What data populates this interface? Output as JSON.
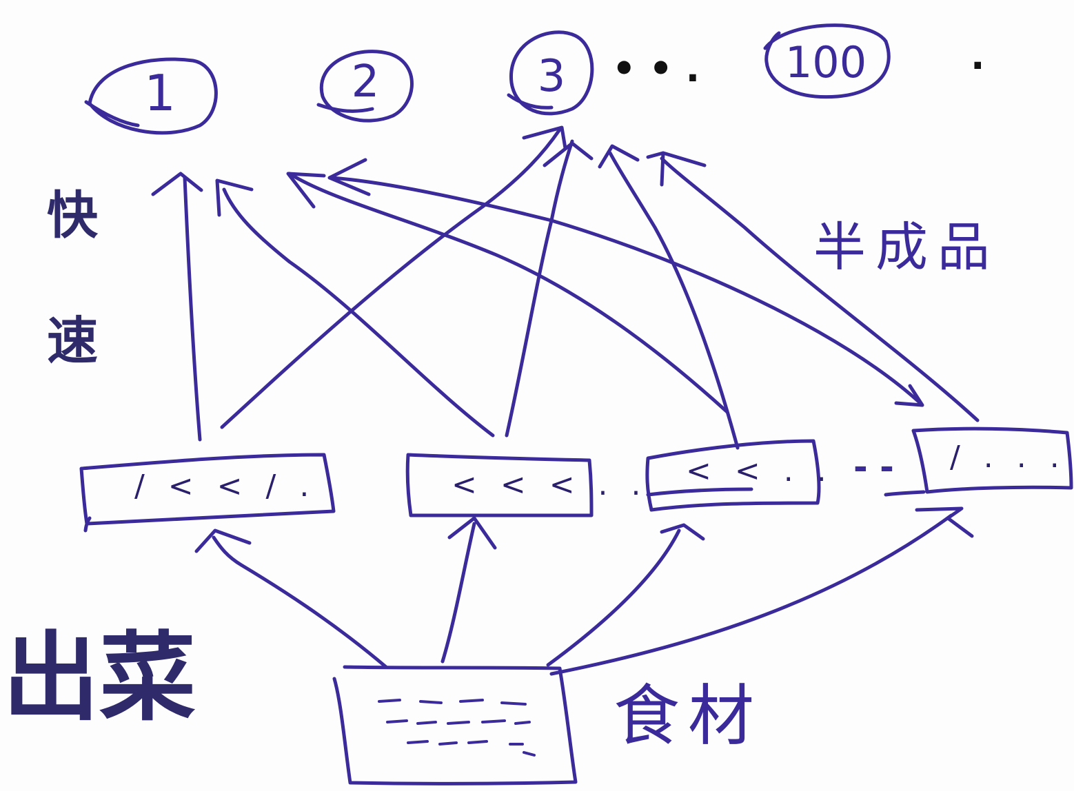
{
  "diagram": {
    "dishes": [
      {
        "label": "1"
      },
      {
        "label": "2"
      },
      {
        "label": "3"
      },
      {
        "label": "100"
      }
    ],
    "dishes_ellipsis_after_3": "• • .",
    "dishes_ellipsis_end": ".",
    "semi_products_label": "半成品",
    "semi_products": [
      {
        "label": "/ < < / ."
      },
      {
        "label": "< < < . ."
      },
      {
        "label": "< < . ."
      },
      {
        "label": "/ . . ."
      }
    ],
    "semi_products_ellipsis": "- -",
    "ingredients_label": "食材",
    "ingredients_box_text": "- - - -  - -",
    "side_label_chars": [
      "快",
      "速"
    ],
    "bottom_label": "出菜"
  },
  "colors": {
    "ink": "#3a2a9a",
    "label": "#2f2a6a",
    "background": "#fdfdfd"
  }
}
